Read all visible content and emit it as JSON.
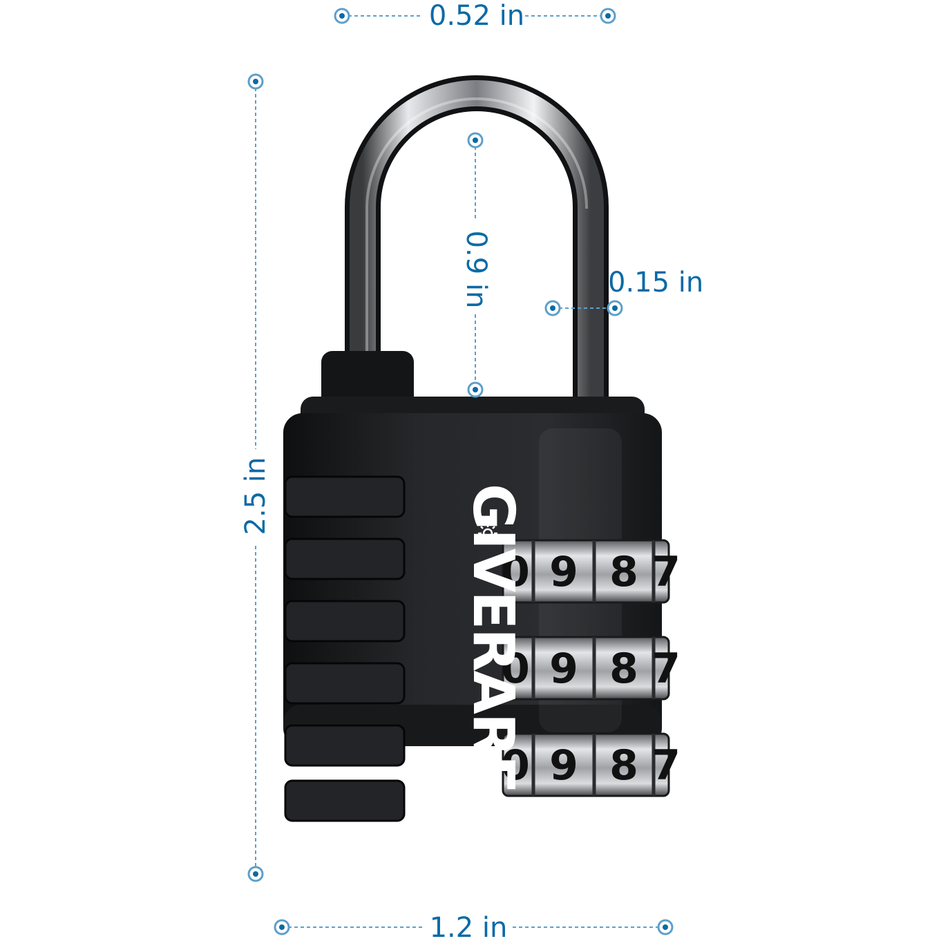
{
  "product": {
    "brand": "GIVERARE",
    "dial_rows": [
      {
        "digits": [
          "0",
          "9",
          "8",
          "7"
        ]
      },
      {
        "digits": [
          "0",
          "9",
          "8",
          "7"
        ]
      },
      {
        "digits": [
          "0",
          "9",
          "8",
          "7"
        ]
      }
    ]
  },
  "dimensions": {
    "top_width": "0.52 in",
    "shackle_height": "0.9 in",
    "shackle_diameter": "0.15 in",
    "total_height": "2.5 in",
    "body_width": "1.2 in"
  },
  "colors": {
    "dimension_blue": "#0a6aa6",
    "dimension_line": "#5e9fc9",
    "lock_body": "#1b1c1e",
    "shackle_chrome": "#c8c9cc",
    "dial_chrome": "#b9bbbf"
  }
}
